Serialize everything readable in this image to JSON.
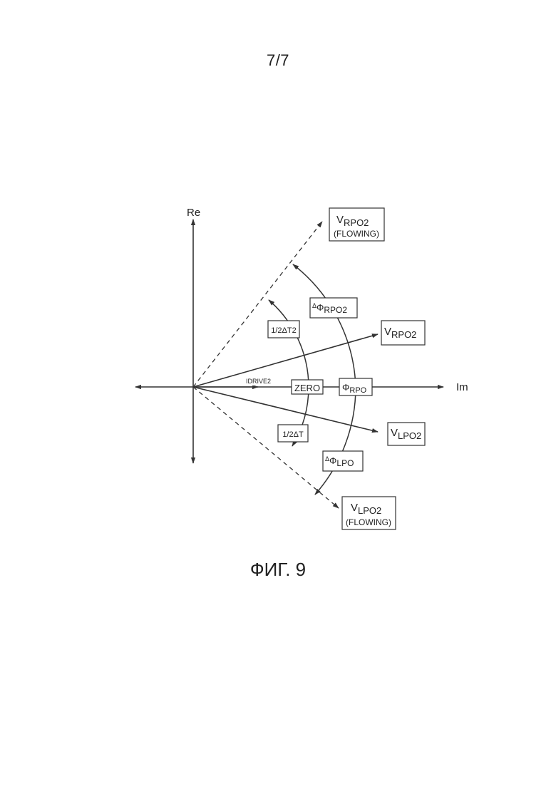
{
  "page_number": "7/7",
  "figure_caption": "ФИГ. 9",
  "axes": {
    "vertical": "Re",
    "horizontal": "Im"
  },
  "vectors": {
    "i_drive2": {
      "main": "I",
      "sub": "DRIVE2"
    },
    "v_rpo2": {
      "main": "V",
      "sub": "RPO2"
    },
    "v_lpo2": {
      "main": "V",
      "sub": "LPO2"
    },
    "v_rpo2_flowing": {
      "main": "V",
      "sub": "RPO2",
      "note": "(FLOWING)"
    },
    "v_lpo2_flowing": {
      "main": "V",
      "sub": "LPO2",
      "note": "(FLOWING)"
    }
  },
  "angle_labels": {
    "zero": "ZERO",
    "phi_rpo": {
      "main": "Φ",
      "sub": "RPO"
    },
    "delta_phi_rpo2": {
      "delta": "Δ",
      "main": "Φ",
      "sub": "RPO2"
    },
    "delta_phi_lpo": {
      "delta": "Δ",
      "main": "Φ",
      "sub": "LPO"
    },
    "half_delta_t2": "1/2ΔT2",
    "half_delta_t": "1/2ΔT"
  }
}
